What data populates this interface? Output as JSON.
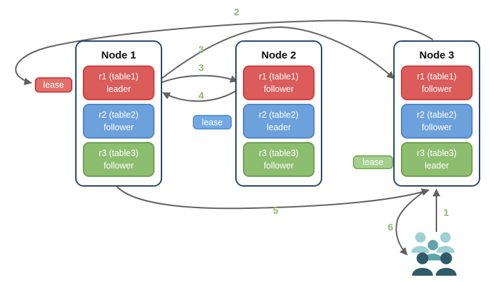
{
  "nodes": [
    {
      "title": "Node 1",
      "replicas": [
        {
          "name": "r1 (table1)",
          "role": "leader",
          "color": "#DB5C5A"
        },
        {
          "name": "r2 (table2)",
          "role": "follower",
          "color": "#6CA1DC"
        },
        {
          "name": "r3 (table3)",
          "role": "follower",
          "color": "#8DBE70"
        }
      ]
    },
    {
      "title": "Node 2",
      "replicas": [
        {
          "name": "r1 (table1)",
          "role": "follower",
          "color": "#DB5C5A"
        },
        {
          "name": "r2 (table2)",
          "role": "leader",
          "color": "#6CA1DC"
        },
        {
          "name": "r3 (table3)",
          "role": "follower",
          "color": "#8DBE70"
        }
      ]
    },
    {
      "title": "Node 3",
      "replicas": [
        {
          "name": "r1 (table1)",
          "role": "follower",
          "color": "#DB5C5A"
        },
        {
          "name": "r2 (table2)",
          "role": "follower",
          "color": "#6CA1DC"
        },
        {
          "name": "r3 (table3)",
          "role": "leader",
          "color": "#8DBE70"
        }
      ]
    }
  ],
  "leases": [
    {
      "label": "lease",
      "color": "#E0706B"
    },
    {
      "label": "lease",
      "color": "#72A9E4"
    },
    {
      "label": "lease",
      "color": "#A5CF8E"
    }
  ],
  "arrow_labels": {
    "step1": "1",
    "step2": "2",
    "step3_to_node3": "3",
    "step3_to_node2": "3",
    "step4": "4",
    "step5": "5",
    "step6": "6"
  },
  "colors": {
    "leader_red": "#DB5C5A",
    "red_border": "#CF423E",
    "follower_blue": "#6CA1DC",
    "blue_border": "#4E86CC",
    "replica_green": "#8DBE70",
    "green_border": "#6FA04E",
    "node_border": "#27466F",
    "arrow_gray": "#616161",
    "label_green": "#8ABB68",
    "users_light_teal": "#9DD1D2",
    "users_mid_teal": "#62A3AB",
    "users_dark_teal": "#305B69"
  },
  "icons": {
    "users": "users-group-icon"
  }
}
